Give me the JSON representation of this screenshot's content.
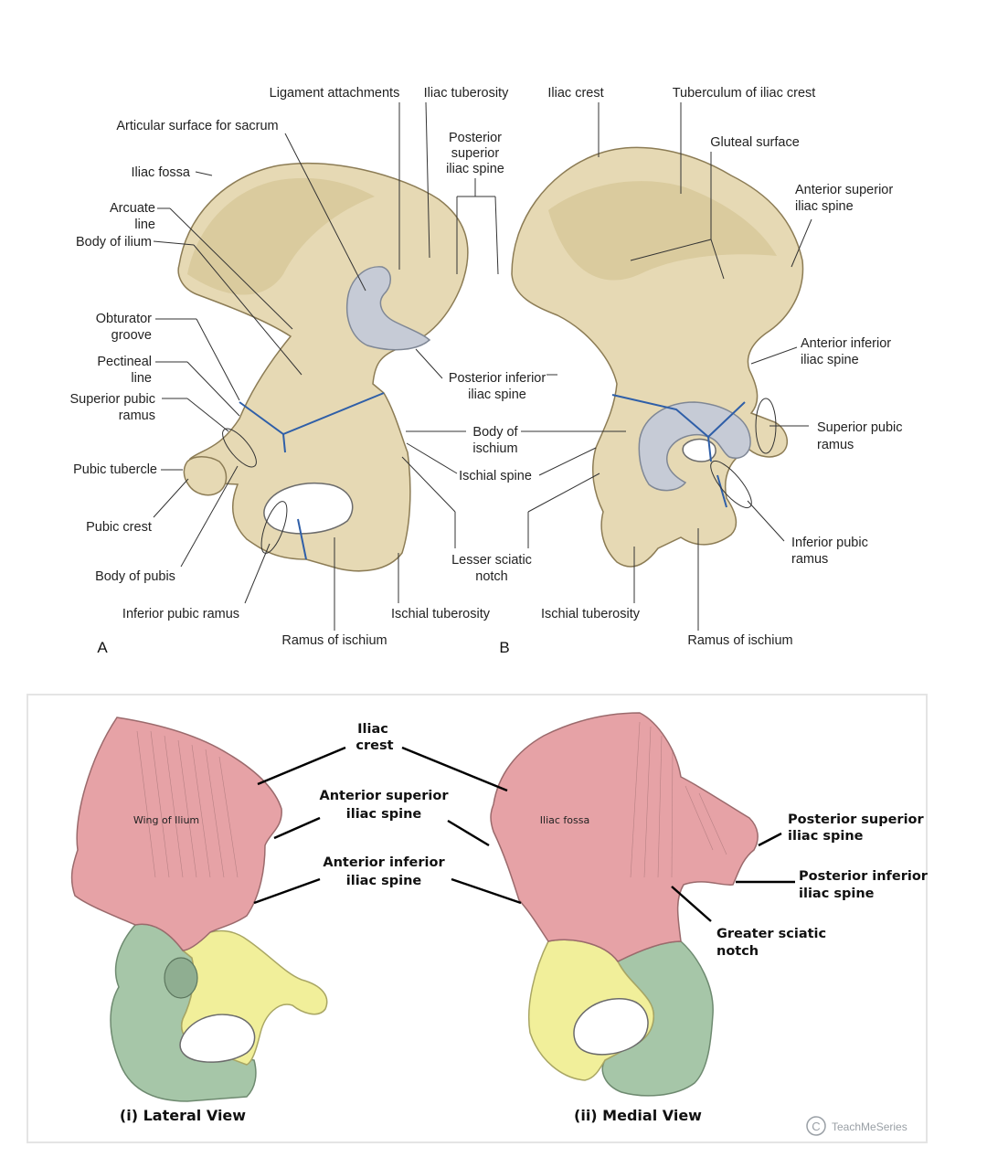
{
  "upper": {
    "panel_a_letter": "A",
    "panel_b_letter": "B",
    "labels_a": {
      "ligament_attachments": "Ligament attachments",
      "iliac_tuberosity": "Iliac tuberosity",
      "articular_surface": "Articular surface for sacrum",
      "psis": [
        "Posterior",
        "superior",
        "iliac spine"
      ],
      "iliac_fossa": "Iliac fossa",
      "arcuate_line": [
        "Arcuate",
        "line"
      ],
      "body_of_ilium": "Body of ilium",
      "obturator_groove": [
        "Obturator",
        "groove"
      ],
      "pectineal_line": [
        "Pectineal",
        "line"
      ],
      "superior_pubic_ramus": [
        "Superior pubic",
        "ramus"
      ],
      "pubic_tubercle": "Pubic tubercle",
      "pubic_crest": "Pubic crest",
      "body_of_pubis": "Body of pubis",
      "inferior_pubic_ramus": "Inferior pubic ramus",
      "ramus_of_ischium": "Ramus of ischium",
      "ischial_tuberosity": "Ischial tuberosity",
      "piis": [
        "Posterior inferior",
        "iliac spine"
      ],
      "body_of_ischium": [
        "Body of",
        "ischium"
      ],
      "ischial_spine": "Ischial spine",
      "lesser_sciatic_notch": [
        "Lesser sciatic",
        "notch"
      ]
    },
    "labels_b": {
      "iliac_crest": "Iliac crest",
      "tuberculum": "Tuberculum of iliac crest",
      "gluteal_surface": "Gluteal surface",
      "asis": [
        "Anterior superior",
        "iliac spine"
      ],
      "aiis": [
        "Anterior inferior",
        "iliac spine"
      ],
      "superior_pubic_ramus": [
        "Superior pubic",
        "ramus"
      ],
      "inferior_pubic_ramus": [
        "Inferior pubic",
        "ramus"
      ],
      "ischial_tuberosity": "Ischial tuberosity",
      "ramus_of_ischium": "Ramus of ischium"
    }
  },
  "lower": {
    "iliac_crest": [
      "Iliac",
      "crest"
    ],
    "asis": [
      "Anterior superior",
      "iliac spine"
    ],
    "aiis": [
      "Anterior inferior",
      "iliac spine"
    ],
    "psis": [
      "Posterior superior",
      "iliac spine"
    ],
    "piis": [
      "Posterior inferior",
      "iliac spine"
    ],
    "greater_sciatic_notch": [
      "Greater sciatic",
      "notch"
    ],
    "wing_of_ilium": "Wing of Ilium",
    "iliac_fossa": "Iliac fossa",
    "caption_lateral": "(i) Lateral View",
    "caption_medial": "(ii) Medial View",
    "watermark_text": "TeachMeSeries"
  },
  "colors": {
    "ilium": "#e6a2a6",
    "ischium": "#a6c6a8",
    "pubis": "#f1ef9a",
    "bone": "#e6d9b4",
    "cartilage": "#c6cbd6",
    "suture": "#2f5fa8"
  }
}
